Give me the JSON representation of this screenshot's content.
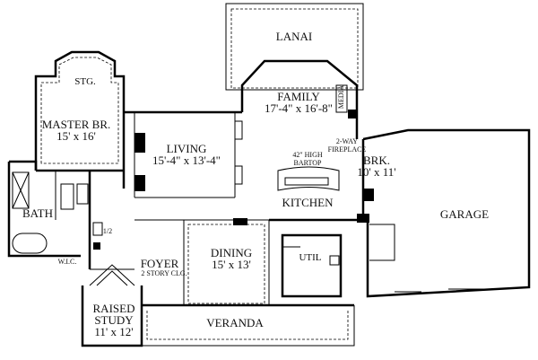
{
  "plan": {
    "rooms": {
      "lanai": "LANAI",
      "stg": "STG.",
      "master_name": "MASTER BR.",
      "master_dim": "15' x 16'",
      "family_name": "FAMILY",
      "family_dim": "17'-4\" x 16'-8\"",
      "media": "MEDIA",
      "living_name": "LIVING",
      "living_dim": "15'-4\" x 13'-4\"",
      "fireplace_line1": "2-WAY",
      "fireplace_line2": "FIREPLACE",
      "brk_name": "BRK.",
      "brk_dim": "10' x 11'",
      "bartop_line1": "42\" HIGH",
      "bartop_line2": "BARTOP",
      "kitchen": "KITCHEN",
      "bath": "BATH",
      "garage": "GARAGE",
      "half_bath": "1/2",
      "util": "UTIL",
      "wic": "W.I.C.",
      "foyer_name": "FOYER",
      "foyer_note": "2 STORY CLG.",
      "dining_name": "DINING",
      "dining_dim": "15' x 13'",
      "study_line1": "RAISED",
      "study_line2": "STUDY",
      "study_dim": "11' x 12'",
      "veranda": "VERANDA"
    }
  }
}
